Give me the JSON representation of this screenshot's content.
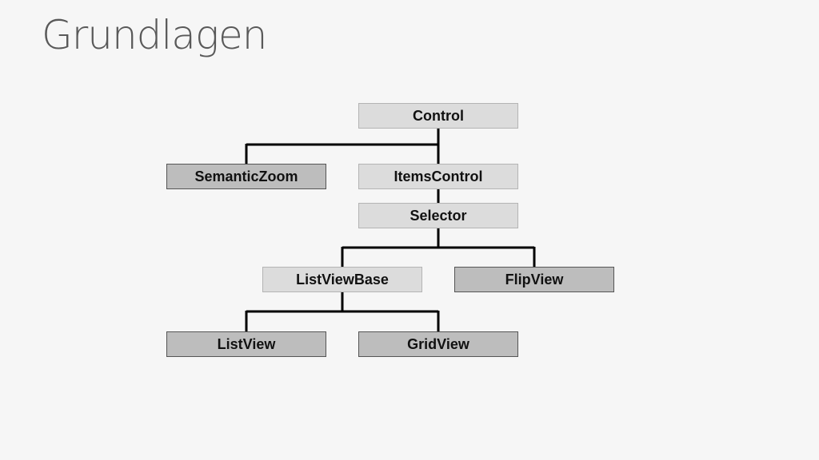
{
  "slide": {
    "title": "Grundlagen"
  },
  "diagram": {
    "nodes": {
      "control": "Control",
      "semantic_zoom": "SemanticZoom",
      "items_control": "ItemsControl",
      "selector": "Selector",
      "list_view_base": "ListViewBase",
      "flip_view": "FlipView",
      "list_view": "ListView",
      "grid_view": "GridView"
    },
    "colors": {
      "abstract_fill": "#dcdcdc",
      "concrete_fill": "#bdbdbd",
      "connector": "#000000"
    }
  }
}
